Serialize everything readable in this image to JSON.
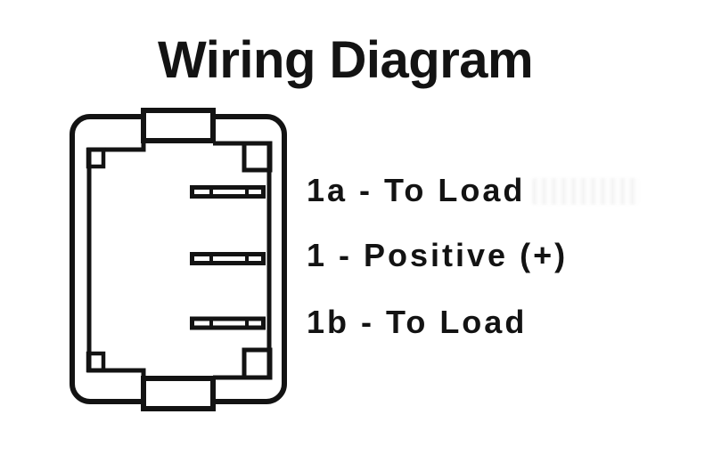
{
  "title": "Wiring Diagram",
  "colors": {
    "ink": "#131313",
    "background": "#ffffff"
  },
  "diagram": {
    "pins": [
      {
        "terminal": "1a",
        "label": "1a - To Load"
      },
      {
        "terminal": "1",
        "label": "1 - Positive (+)"
      },
      {
        "terminal": "1b",
        "label": "1b - To Load"
      }
    ]
  }
}
